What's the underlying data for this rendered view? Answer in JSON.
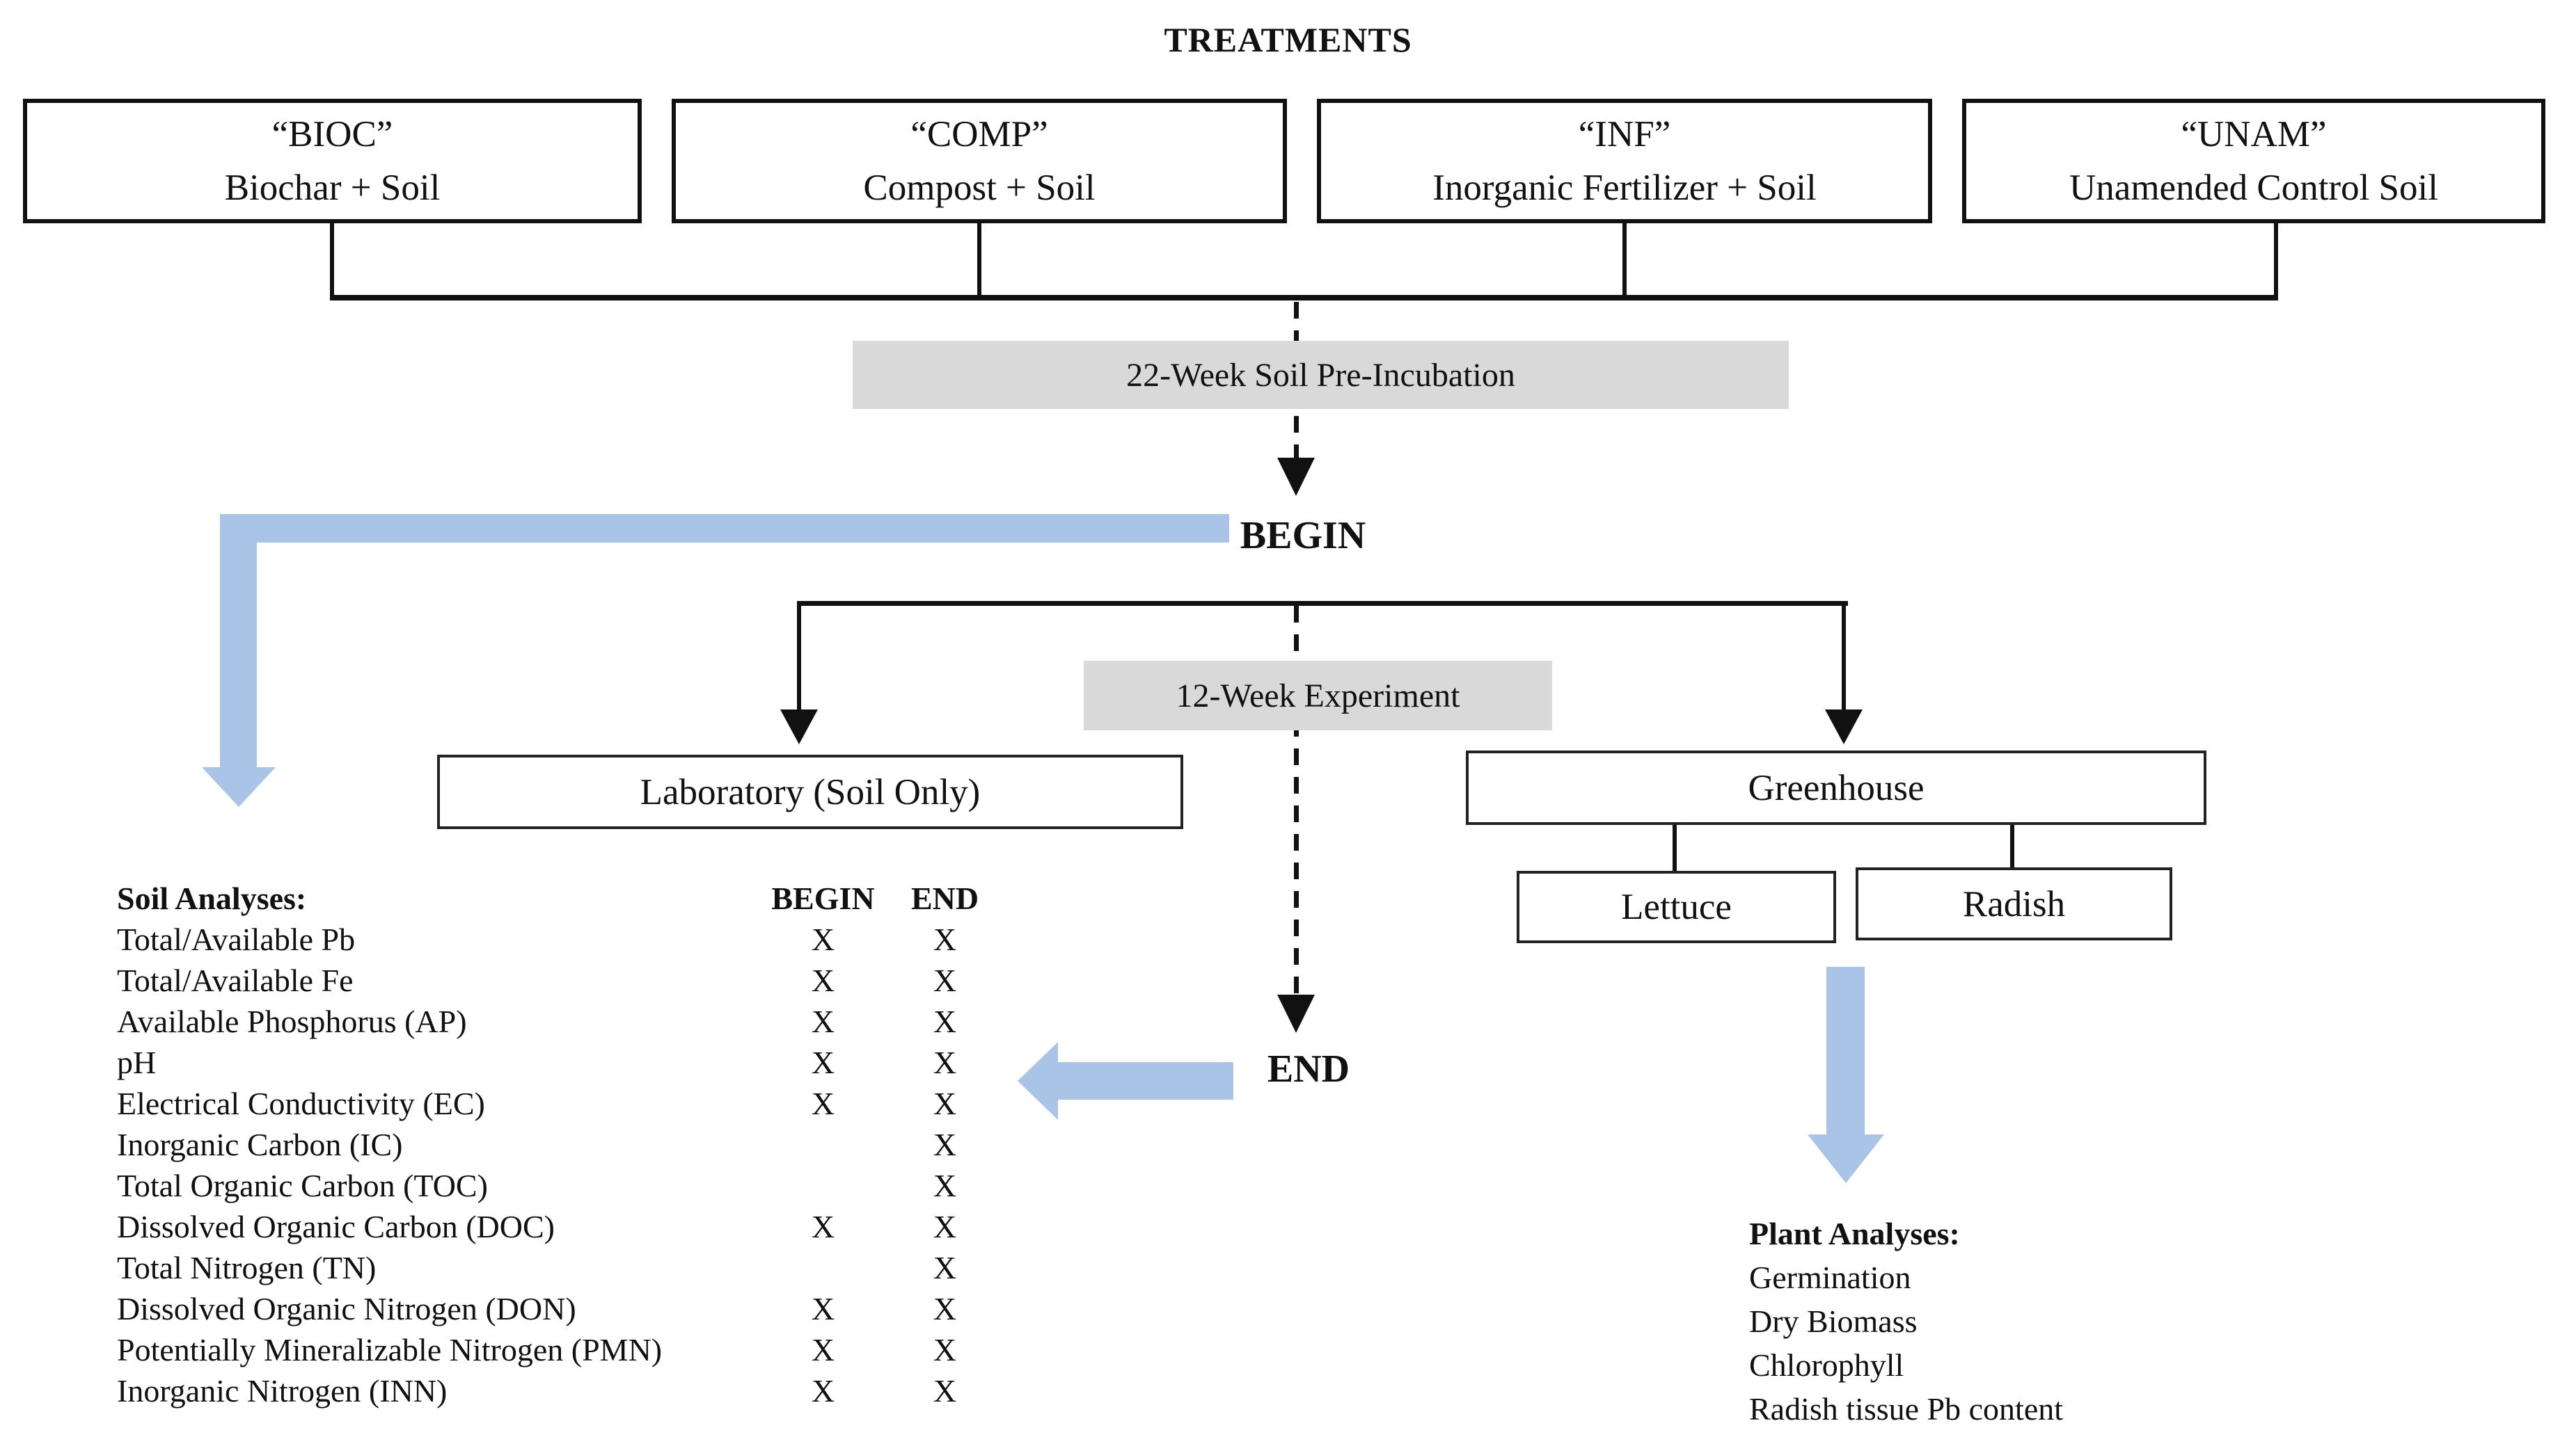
{
  "title": "TREATMENTS",
  "treatments": [
    {
      "code": "“BIOC”",
      "desc": "Biochar + Soil"
    },
    {
      "code": "“COMP”",
      "desc": "Compost + Soil"
    },
    {
      "code": "“INF”",
      "desc": "Inorganic Fertilizer + Soil"
    },
    {
      "code": "“UNAM”",
      "desc": "Unamended Control Soil"
    }
  ],
  "phases": {
    "pre_incubation": "22-Week Soil Pre-Incubation",
    "experiment": "12-Week Experiment",
    "begin_label": "BEGIN",
    "end_label": "END"
  },
  "branches": {
    "laboratory": "Laboratory (Soil Only)",
    "greenhouse": "Greenhouse",
    "crops": [
      "Lettuce",
      "Radish"
    ]
  },
  "soil_analyses": {
    "heading": "Soil Analyses:",
    "col_begin": "BEGIN",
    "col_end": "END",
    "mark": "X",
    "rows": [
      {
        "label": "Total/Available Pb",
        "begin": true,
        "end": true
      },
      {
        "label": "Total/Available Fe",
        "begin": true,
        "end": true
      },
      {
        "label": "Available Phosphorus (AP)",
        "begin": true,
        "end": true
      },
      {
        "label": "pH",
        "begin": true,
        "end": true
      },
      {
        "label": "Electrical Conductivity (EC)",
        "begin": true,
        "end": true
      },
      {
        "label": "Inorganic Carbon (IC)",
        "begin": false,
        "end": true
      },
      {
        "label": "Total Organic Carbon (TOC)",
        "begin": false,
        "end": true
      },
      {
        "label": "Dissolved Organic Carbon (DOC)",
        "begin": true,
        "end": true
      },
      {
        "label": "Total Nitrogen (TN)",
        "begin": false,
        "end": true
      },
      {
        "label": "Dissolved Organic Nitrogen (DON)",
        "begin": true,
        "end": true
      },
      {
        "label": "Potentially Mineralizable Nitrogen (PMN)",
        "begin": true,
        "end": true
      },
      {
        "label": "Inorganic Nitrogen (INN)",
        "begin": true,
        "end": true
      }
    ]
  },
  "plant_analyses": {
    "heading": "Plant Analyses:",
    "items": [
      "Germination",
      "Dry Biomass",
      "Chlorophyll",
      "Radish tissue Pb content"
    ]
  },
  "colors": {
    "accent_blue": "#a9c4e7",
    "band_gray": "#d9d9d9",
    "line_black": "#111111"
  }
}
